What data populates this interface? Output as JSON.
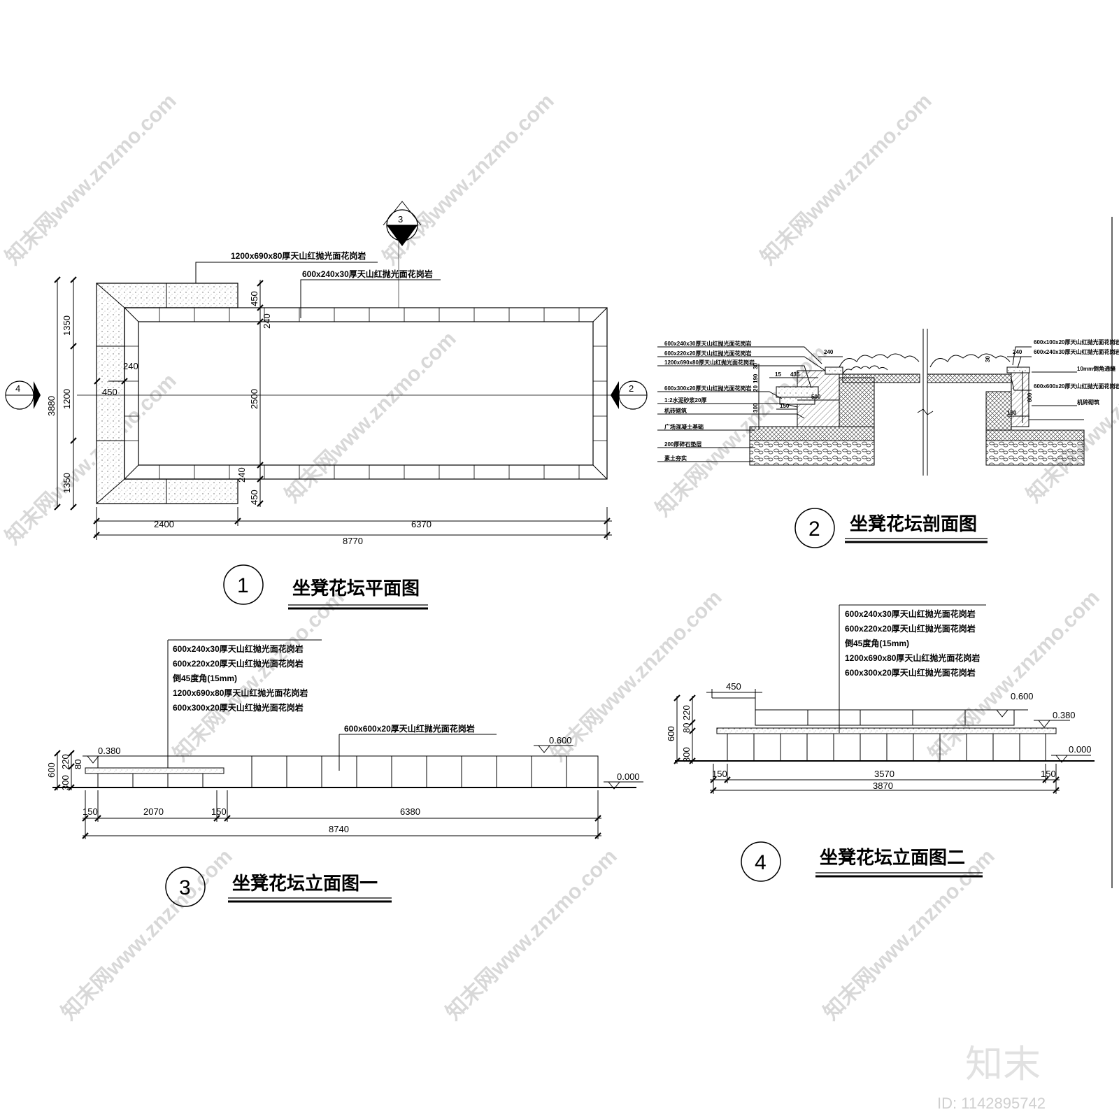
{
  "plan": {
    "title": "坐凳花坛平面图",
    "number": "1",
    "callout_top": "1200x690x80厚天山红抛光面花岗岩",
    "callout_right": "600x240x30厚天山红抛光面花岗岩",
    "section_markers": [
      "3",
      "4",
      "2"
    ],
    "dims": {
      "left_total": "3880",
      "left_a": "1350",
      "left_b": "1200",
      "left_c": "1350",
      "inner_450": "450",
      "inner_240": "240",
      "right_450_top": "450",
      "right_240_top": "240",
      "center_2500": "2500",
      "right_240_bottom": "240",
      "right_450_bottom": "450",
      "bottom_a": "2400",
      "bottom_b": "6370",
      "bottom_total": "8770"
    }
  },
  "section": {
    "title": "坐凳花坛剖面图",
    "number": "2",
    "notes_left": [
      "600x240x30厚天山红抛光面花岗岩",
      "600x220x20厚天山红抛光面花岗岩",
      "1200x690x80厚天山红抛光面花岗岩",
      "600x300x20厚天山红抛光面花岗岩",
      "1:2水泥砂浆20厚",
      "机砖砌筑",
      "广场混凝土基础",
      "200厚碎石垫层",
      "素土夯实"
    ],
    "notes_right": [
      "600x100x20厚天山红抛光面花岗岩",
      "600x240x30厚天山红抛光面花岗岩",
      "10mm倒角通缝",
      "600x600x20厚天山红抛光面花岗岩",
      "机砖砌筑"
    ],
    "dims": [
      "240",
      "15",
      "435",
      "30",
      "190",
      "20",
      "300",
      "150",
      "500",
      "240",
      "30",
      "600",
      "180"
    ]
  },
  "elev1": {
    "title": "坐凳花坛立面图一",
    "number": "3",
    "notes": [
      "600x240x30厚天山红抛光面花岗岩",
      "600x220x20厚天山红抛光面花岗岩",
      "倒45度角(15mm)",
      "1200x690x80厚天山红抛光面花岗岩",
      "600x300x20厚天山红抛光面花岗岩"
    ],
    "note_wall": "600x600x20厚天山红抛光面花岗岩",
    "levels": [
      "0.380",
      "0.600",
      "0.000"
    ],
    "dims": {
      "v_600": "600",
      "v_300": "300",
      "v_220": "220",
      "v_80": "80",
      "b_150a": "150",
      "b_2070": "2070",
      "b_150b": "150",
      "b_6380": "6380",
      "b_total": "8740"
    }
  },
  "elev2": {
    "title": "坐凳花坛立面图二",
    "number": "4",
    "notes": [
      "600x240x30厚天山红抛光面花岗岩",
      "600x220x20厚天山红抛光面花岗岩",
      "倒45度角(15mm)",
      "1200x690x80厚天山红抛光面花岗岩",
      "600x300x20厚天山红抛光面花岗岩"
    ],
    "levels": [
      "0.600",
      "0.380",
      "0.000"
    ],
    "dims": {
      "top_450": "450",
      "v_600": "600",
      "v_300": "300",
      "v_80": "80",
      "v_220": "220",
      "b_150a": "150",
      "b_3570": "3570",
      "b_150b": "150",
      "b_total": "3870"
    }
  },
  "watermark": {
    "text": "知末网www.znzmo.com",
    "brand": "知末",
    "id": "ID: 1142895742"
  }
}
